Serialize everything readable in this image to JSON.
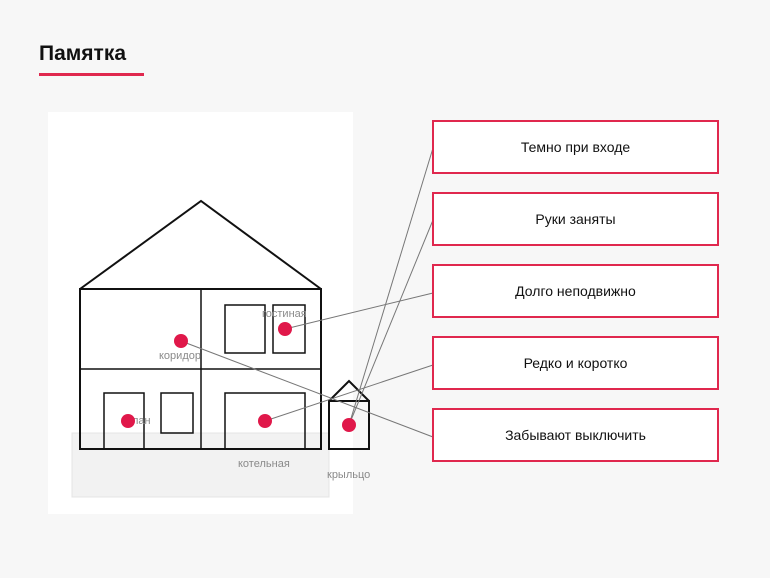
{
  "title": "Памятка",
  "accent_color": "#e0284e",
  "rooms": {
    "gostinaya": "гостиная",
    "koridor": "коридор",
    "chulan": "чулан",
    "kotelnaya": "котельная",
    "kryltso": "крыльцо"
  },
  "reasons": [
    "Темно при входе",
    "Руки заняты",
    "Долго неподвижно",
    "Редко и коротко",
    "Забывают выключить"
  ]
}
